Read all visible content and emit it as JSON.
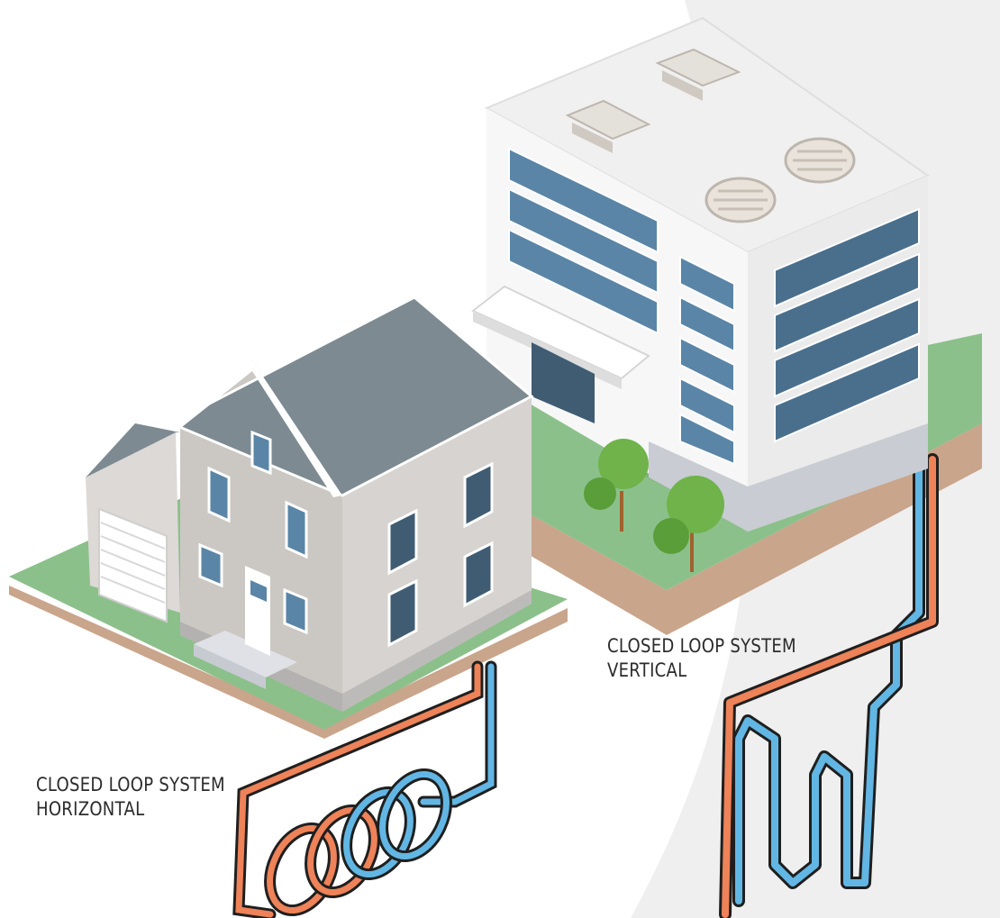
{
  "labels": {
    "vertical": {
      "line1": "CLOSED LOOP SYSTEM",
      "line2": "VERTICAL"
    },
    "horizontal": {
      "line1": "CLOSED LOOP SYSTEM",
      "line2": "HORIZONTAL"
    }
  },
  "colors": {
    "background": "#ffffff",
    "background_shade": "#eeeeee",
    "grass": "#8dc08c",
    "soil": "#c8a890",
    "house_wall": "#ccc9c6",
    "house_roof": "#7d8a91",
    "office_wall": "#f2f2f2",
    "window": "#5a85a6",
    "tree": "#6fb34a",
    "pipe_hot": "#ee8258",
    "pipe_cold": "#62b6e3",
    "pipe_outline": "#1f1f1f"
  },
  "icons": [
    "house-icon",
    "office-building-icon",
    "tree-icon",
    "garage-door-icon",
    "rooftop-vent-icon"
  ]
}
